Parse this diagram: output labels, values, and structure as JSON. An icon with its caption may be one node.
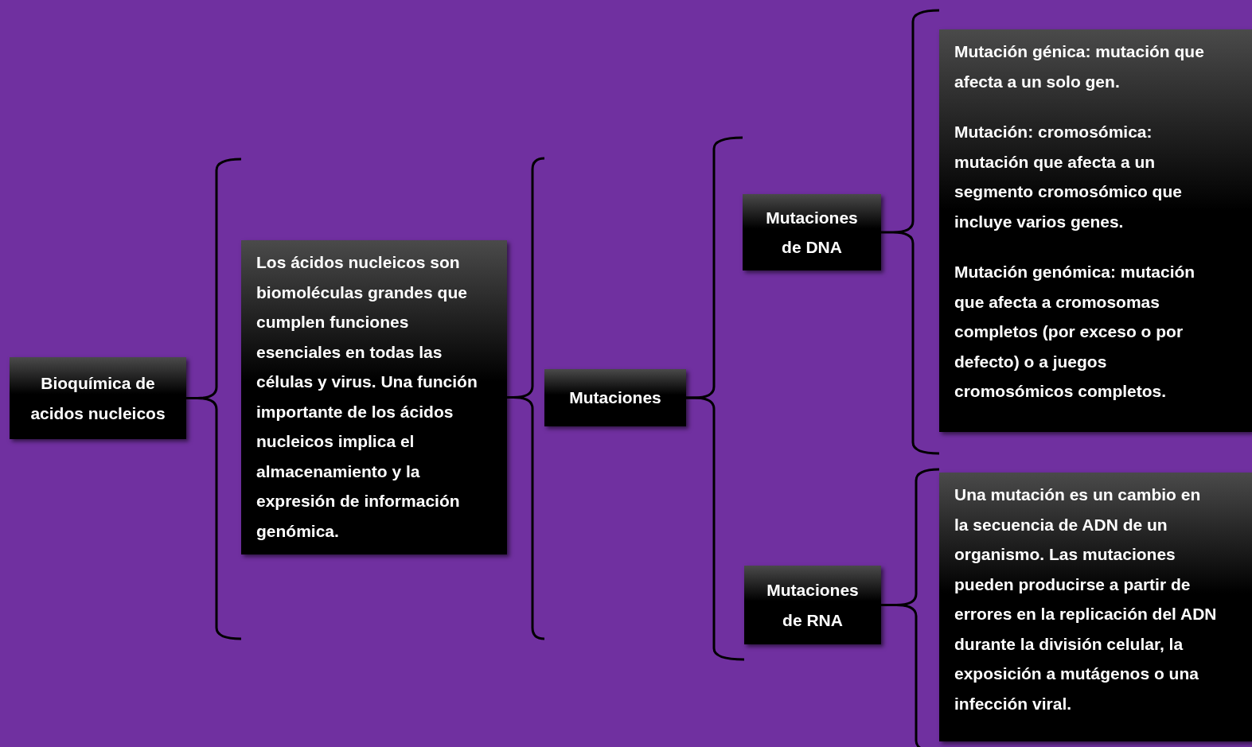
{
  "diagram": {
    "nodes": [
      {
        "text": [
          "Bioquímica de acidos nucleicos"
        ]
      },
      {
        "text": [
          "Los ácidos nucleicos son biomoléculas grandes que cumplen funciones esenciales en todas las células y virus. Una función importante de los ácidos nucleicos implica el almacenamiento y la expresión de información genómica."
        ]
      },
      {
        "text": [
          "Mutaciones"
        ]
      },
      {
        "text": [
          "Mutaciones de DNA"
        ]
      },
      {
        "text": [
          "Mutaciones de RNA"
        ]
      },
      {
        "text": [
          "Mutación génica: mutación que afecta a un solo gen.",
          "Mutación: cromosómica: mutación que afecta a un segmento cromosómico que incluye varios genes.",
          "Mutación genómica: mutación que afecta a cromosomas completos (por exceso o por defecto) o a juegos cromosómicos completos."
        ]
      },
      {
        "text": [
          "Una mutación es un cambio en la secuencia de ADN de un organismo. Las mutaciones pueden producirse a partir de errores en la replicación del ADN durante la división celular, la exposición a mutágenos o una infección viral."
        ]
      }
    ],
    "edges": [
      {
        "from": 0,
        "to": 1,
        "arrow": "none"
      },
      {
        "from": 1,
        "to": 2,
        "arrow": "none"
      },
      {
        "from": 2,
        "to": 3,
        "arrow": "none"
      },
      {
        "from": 2,
        "to": 4,
        "arrow": "none"
      },
      {
        "from": 3,
        "to": 5,
        "arrow": "none"
      },
      {
        "from": 4,
        "to": 6,
        "arrow": "none"
      }
    ]
  }
}
